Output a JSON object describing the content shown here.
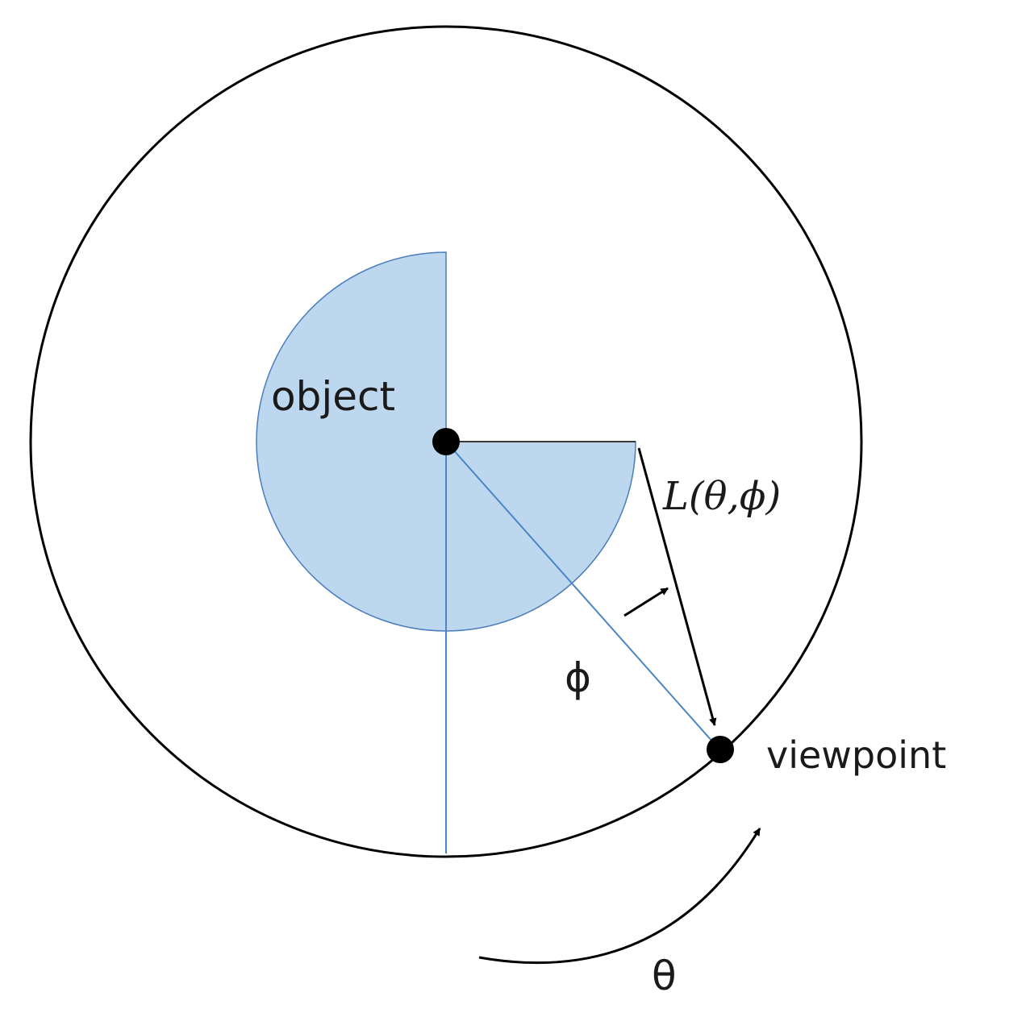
{
  "labels": {
    "object": "object",
    "viewpoint": "viewpoint",
    "phi": "ϕ",
    "theta": "θ",
    "function": "L(θ,ϕ)"
  },
  "colors": {
    "object_fill": "#bdd7ee",
    "object_stroke": "#4a7ebb",
    "ray_stroke": "#4a86c5",
    "outline": "#000000"
  }
}
